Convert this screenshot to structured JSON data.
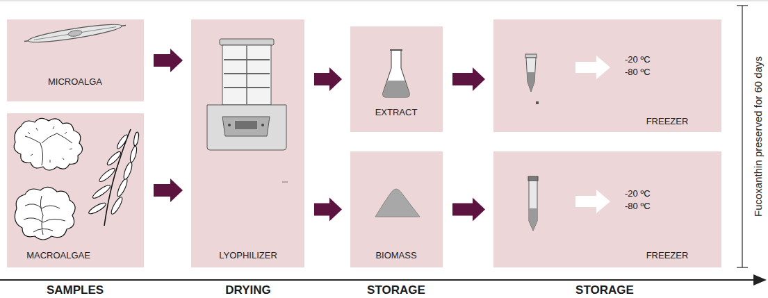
{
  "diagram": {
    "nodes": [
      {
        "text": [
          "MICROALGA"
        ]
      },
      {
        "text": [
          "MACROALGAE"
        ]
      },
      {
        "text": [
          "LYOPHILIZER"
        ]
      },
      {
        "text": [
          "EXTRACT"
        ]
      },
      {
        "text": [
          "BIOMASS"
        ]
      },
      {
        "text": [
          "-20 ºC -80 ºC",
          "FREEZER"
        ]
      },
      {
        "text": [
          "-20 ºC -80 ºC",
          "FREEZER"
        ]
      }
    ],
    "edges": [
      {
        "from": 0,
        "to": 2,
        "arrow": "to"
      },
      {
        "from": 1,
        "to": 2,
        "arrow": "to"
      },
      {
        "from": 2,
        "to": 3,
        "arrow": "to"
      },
      {
        "from": 2,
        "to": 4,
        "arrow": "to"
      },
      {
        "from": 3,
        "to": 5,
        "arrow": "to"
      },
      {
        "from": 4,
        "to": 6,
        "arrow": "to"
      }
    ],
    "labels": [
      "SAMPLES",
      "DRYING",
      "STORAGE",
      "STORAGE",
      "Fucoxanthin preserved for 60 days"
    ]
  }
}
